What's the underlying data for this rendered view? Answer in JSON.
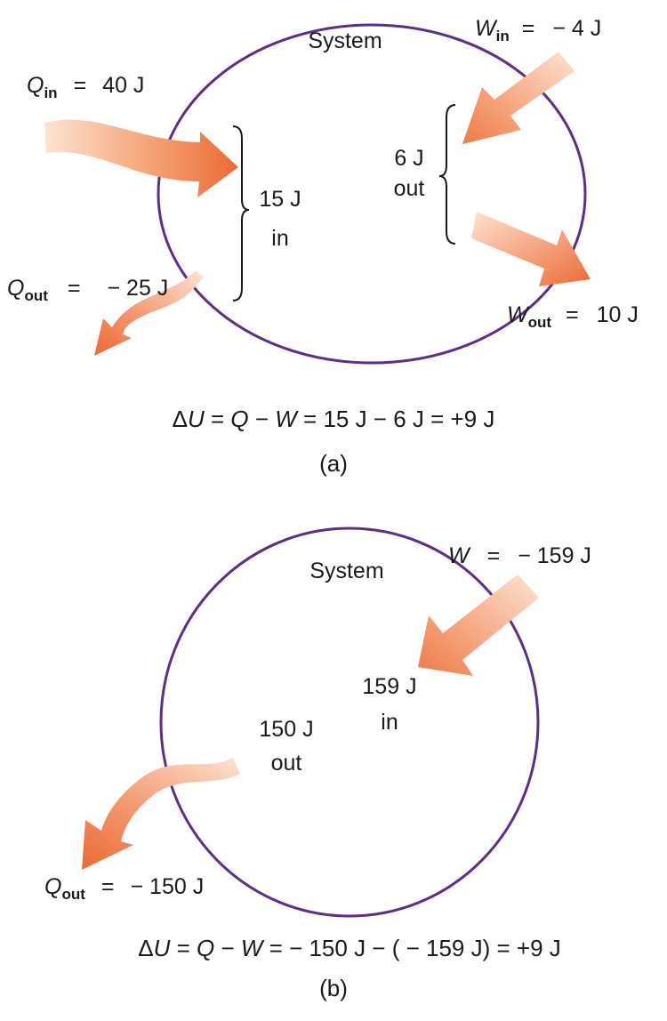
{
  "colors": {
    "circle": "#5b2d8e",
    "arrow_light": "#fde3d2",
    "arrow_dark": "#ec6a35",
    "text": "#1a1a1a"
  },
  "panel_a": {
    "system_label": "System",
    "q_in": {
      "symbol": "Q",
      "sub": "in",
      "eq": "=",
      "value": "40 J"
    },
    "q_out": {
      "symbol": "Q",
      "sub": "out",
      "eq": "=",
      "value": "− 25 J"
    },
    "w_in": {
      "symbol": "W",
      "sub": "in",
      "eq": "=",
      "value": "− 4 J"
    },
    "w_out": {
      "symbol": "W",
      "sub": "out",
      "eq": "=",
      "value": "10 J"
    },
    "net_heat": {
      "line1": "15 J",
      "line2": "in"
    },
    "net_work": {
      "line1": "6 J",
      "line2": "out"
    },
    "equation": {
      "delta": "Δ",
      "u": "U",
      "eq1": " = ",
      "q": "Q",
      "minus": " − ",
      "w": "W",
      "rest": " = 15 J − 6 J  =  +9 J"
    },
    "caption": "(a)"
  },
  "panel_b": {
    "system_label": "System",
    "w": {
      "symbol": "W",
      "eq": "=",
      "value": "− 159 J"
    },
    "q_out": {
      "symbol": "Q",
      "sub": "out",
      "eq": "=",
      "value": "− 150 J"
    },
    "work_in": {
      "line1": "159 J",
      "line2": "in"
    },
    "heat_out": {
      "line1": "150 J",
      "line2": "out"
    },
    "equation": {
      "delta": "Δ",
      "u": "U",
      "eq1": " = ",
      "q": "Q",
      "minus": " − ",
      "w": "W",
      "rest": " =  − 150 J − ( − 159 J)  =   +9 J"
    },
    "caption": "(b)"
  }
}
